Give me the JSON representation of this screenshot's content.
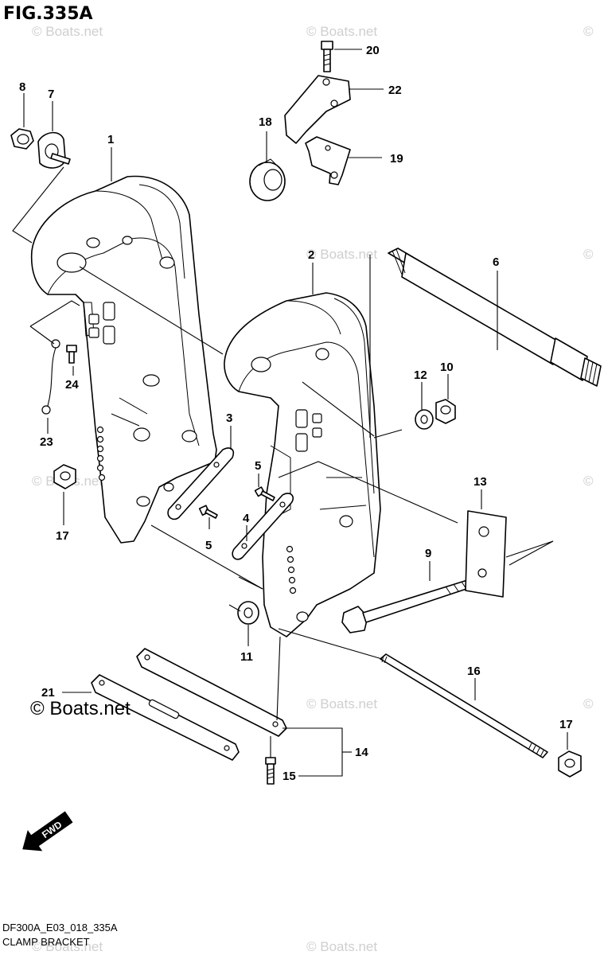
{
  "figure_title": "FIG.335A",
  "drawing_code": "DF300A_E03_018_335A",
  "caption": "CLAMP BRACKET",
  "watermark": "© Boats.net",
  "watermark_small": "© Boats.net",
  "fwd_label": "FWD",
  "callouts": [
    "1",
    "2",
    "3",
    "4",
    "5",
    "5",
    "6",
    "7",
    "8",
    "9",
    "10",
    "11",
    "12",
    "13",
    "14",
    "15",
    "16",
    "17",
    "17",
    "18",
    "19",
    "20",
    "21",
    "22",
    "23",
    "24"
  ]
}
